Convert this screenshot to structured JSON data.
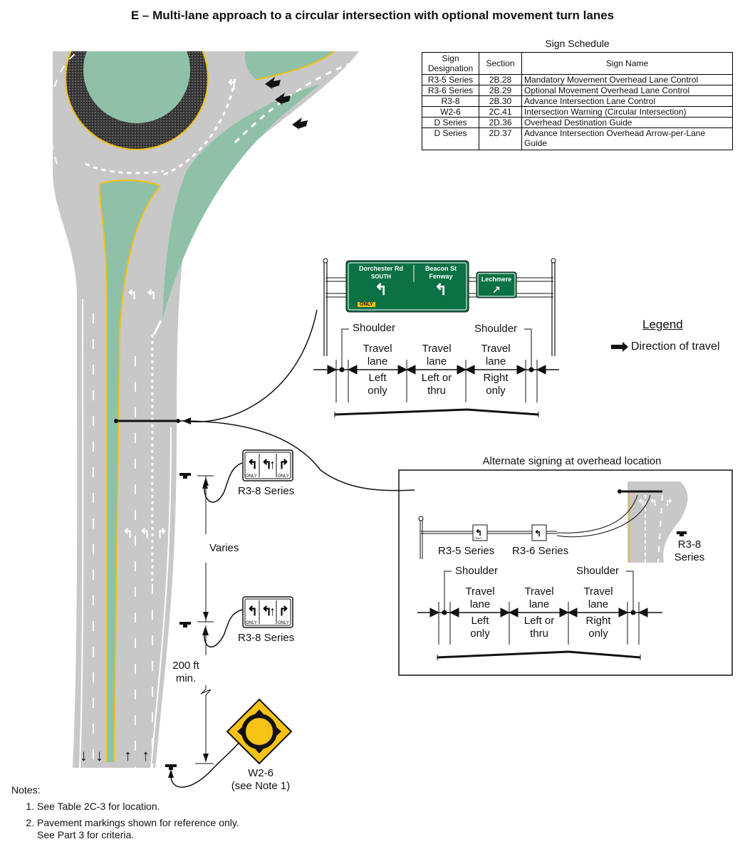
{
  "title": "E – Multi-lane approach to a circular intersection with optional movement turn lanes",
  "schedule": {
    "title": "Sign Schedule",
    "headers": [
      "Sign Designation",
      "Section",
      "Sign Name"
    ],
    "rows": [
      [
        "R3-5 Series",
        "2B.28",
        "Mandatory Movement Overhead Lane Control"
      ],
      [
        "R3-6 Series",
        "2B.29",
        "Optional Movement Overhead Lane Control"
      ],
      [
        "R3-8",
        "2B.30",
        "Advance Intersection Lane Control"
      ],
      [
        "W2-6",
        "2C.41",
        "Intersection Warning (Circular Intersection)"
      ],
      [
        "D Series",
        "2D.36",
        "Overhead Destination Guide"
      ],
      [
        "D Series",
        "2D.37",
        "Advance Intersection Overhead Arrow-per-Lane Guide"
      ]
    ]
  },
  "legend": {
    "title": "Legend",
    "item": "Direction of travel"
  },
  "guide_sign": {
    "left_dest": "Dorchester Rd",
    "left_sub": "SOUTH",
    "right_dest": "Beacon St",
    "right_sub": "Fenway",
    "only": "ONLY",
    "side_dest": "Lechmere"
  },
  "lanes": {
    "shoulder": "Shoulder",
    "travel": [
      "Travel",
      "lane"
    ],
    "left_only": [
      "Left",
      "only"
    ],
    "left_or_thru": [
      "Left or",
      "thru"
    ],
    "right_only": [
      "Right",
      "only"
    ]
  },
  "labels": {
    "r38_series": "R3-8 Series",
    "varies": "Varies",
    "min_200": [
      "200 ft",
      "min."
    ],
    "w26": "W2-6",
    "w26_note": "(see Note 1)",
    "r35": "R3-5 Series",
    "r36": "R3-6 Series",
    "r38_inset": [
      "R3-8",
      "Series"
    ],
    "only": "ONLY"
  },
  "alternate": {
    "title": "Alternate signing at overhead location"
  },
  "notes": {
    "title": "Notes:",
    "items": [
      "See Table 2C-3 for location.",
      "Pavement markings shown for reference only. See Part 3 for criteria."
    ]
  },
  "colors": {
    "road": "#c8c8c8",
    "median": "#8fc1a9",
    "yellow": "#f2c013",
    "guide_green": "#0c7145",
    "warning_yellow": "#f6c316"
  }
}
